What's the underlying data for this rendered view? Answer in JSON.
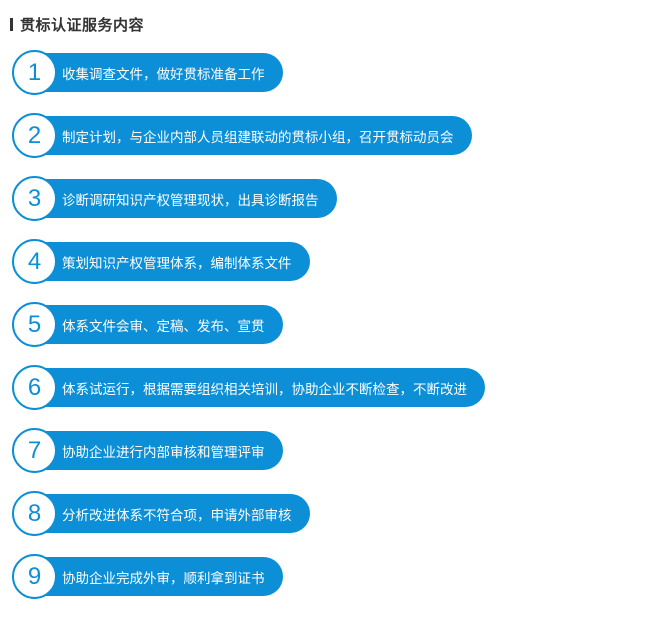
{
  "header": {
    "title": "贯标认证服务内容"
  },
  "theme": {
    "accent": "#0c8fd6",
    "header_text": "#333333"
  },
  "steps": [
    {
      "number": "1",
      "text": "收集调查文件，做好贯标准备工作"
    },
    {
      "number": "2",
      "text": "制定计划，与企业内部人员组建联动的贯标小组，召开贯标动员会"
    },
    {
      "number": "3",
      "text": "诊断调研知识产权管理现状，出具诊断报告"
    },
    {
      "number": "4",
      "text": "策划知识产权管理体系，编制体系文件"
    },
    {
      "number": "5",
      "text": "体系文件会审、定稿、发布、宣贯"
    },
    {
      "number": "6",
      "text": "体系试运行，根据需要组织相关培训，协助企业不断检查，不断改进"
    },
    {
      "number": "7",
      "text": "协助企业进行内部审核和管理评审"
    },
    {
      "number": "8",
      "text": "分析改进体系不符合项，申请外部审核"
    },
    {
      "number": "9",
      "text": "协助企业完成外审，顺利拿到证书"
    }
  ]
}
